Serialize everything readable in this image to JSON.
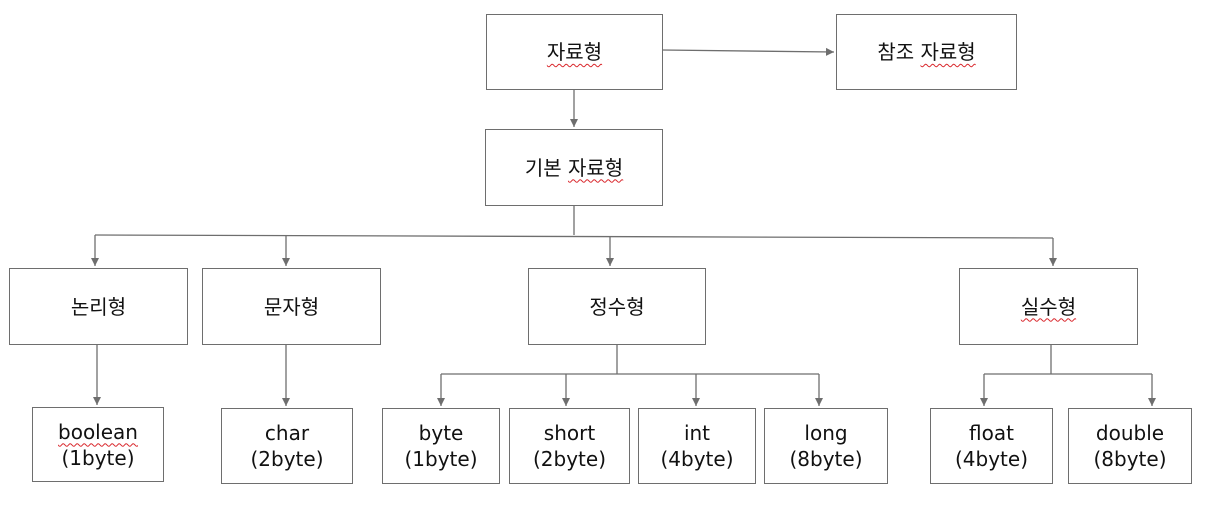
{
  "nodes": {
    "root": {
      "text": "자료형",
      "spell_marked": true
    },
    "reference": {
      "prefix": "참조 ",
      "marked": "자료형"
    },
    "primitive": {
      "prefix": "기본 ",
      "marked": "자료형"
    },
    "logical": {
      "text": "논리형"
    },
    "character": {
      "text": "문자형"
    },
    "integer": {
      "text": "정수형"
    },
    "real": {
      "text": "실수형",
      "spell_marked": true
    },
    "boolean": {
      "name": "boolean",
      "size": "(1byte)",
      "spell_marked": true
    },
    "char": {
      "name": "char",
      "size": "(2byte)"
    },
    "byte": {
      "name": "byte",
      "size": "(1byte)"
    },
    "short": {
      "name": "short",
      "size": "(2byte)"
    },
    "int": {
      "name": "int",
      "size": "(4byte)"
    },
    "long": {
      "name": "long",
      "size": "(8byte)"
    },
    "float": {
      "name": "float",
      "size": "(4byte)"
    },
    "double": {
      "name": "double",
      "size": "(8byte)"
    }
  },
  "colors": {
    "line": "#6e6e6e",
    "text": "#111111",
    "spell_underline": "#d9262b"
  }
}
